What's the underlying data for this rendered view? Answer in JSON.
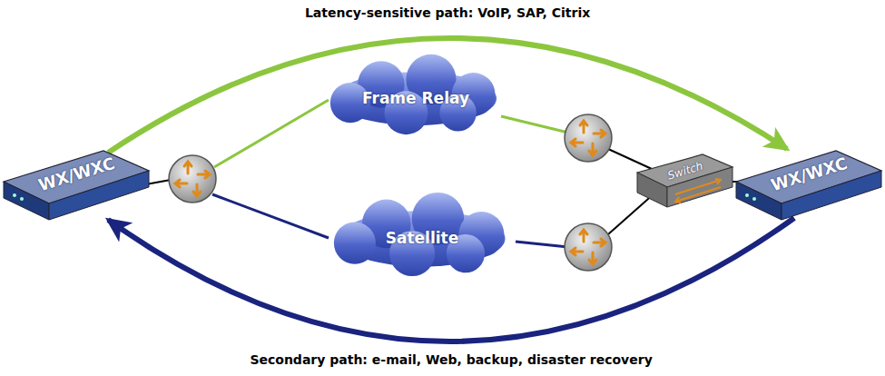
{
  "diagram": {
    "nodes": [
      {
        "text": [
          "WX/WXC"
        ]
      },
      {
        "text": [
          "Frame Relay"
        ]
      },
      {
        "text": [
          "Satellite"
        ]
      },
      {
        "text": [
          "Switch"
        ]
      },
      {
        "text": [
          "WX/WXC"
        ]
      }
    ],
    "edges": [
      {
        "from": 0,
        "to": 4,
        "arrow": "to",
        "label": "Latency-sensitive path: VoIP, SAP, Citrix"
      },
      {
        "from": 4,
        "to": 0,
        "arrow": "to",
        "label": "Secondary path: e-mail, Web, backup, disaster recovery"
      },
      {
        "from": 3,
        "to": 4,
        "arrow": "none"
      }
    ]
  }
}
